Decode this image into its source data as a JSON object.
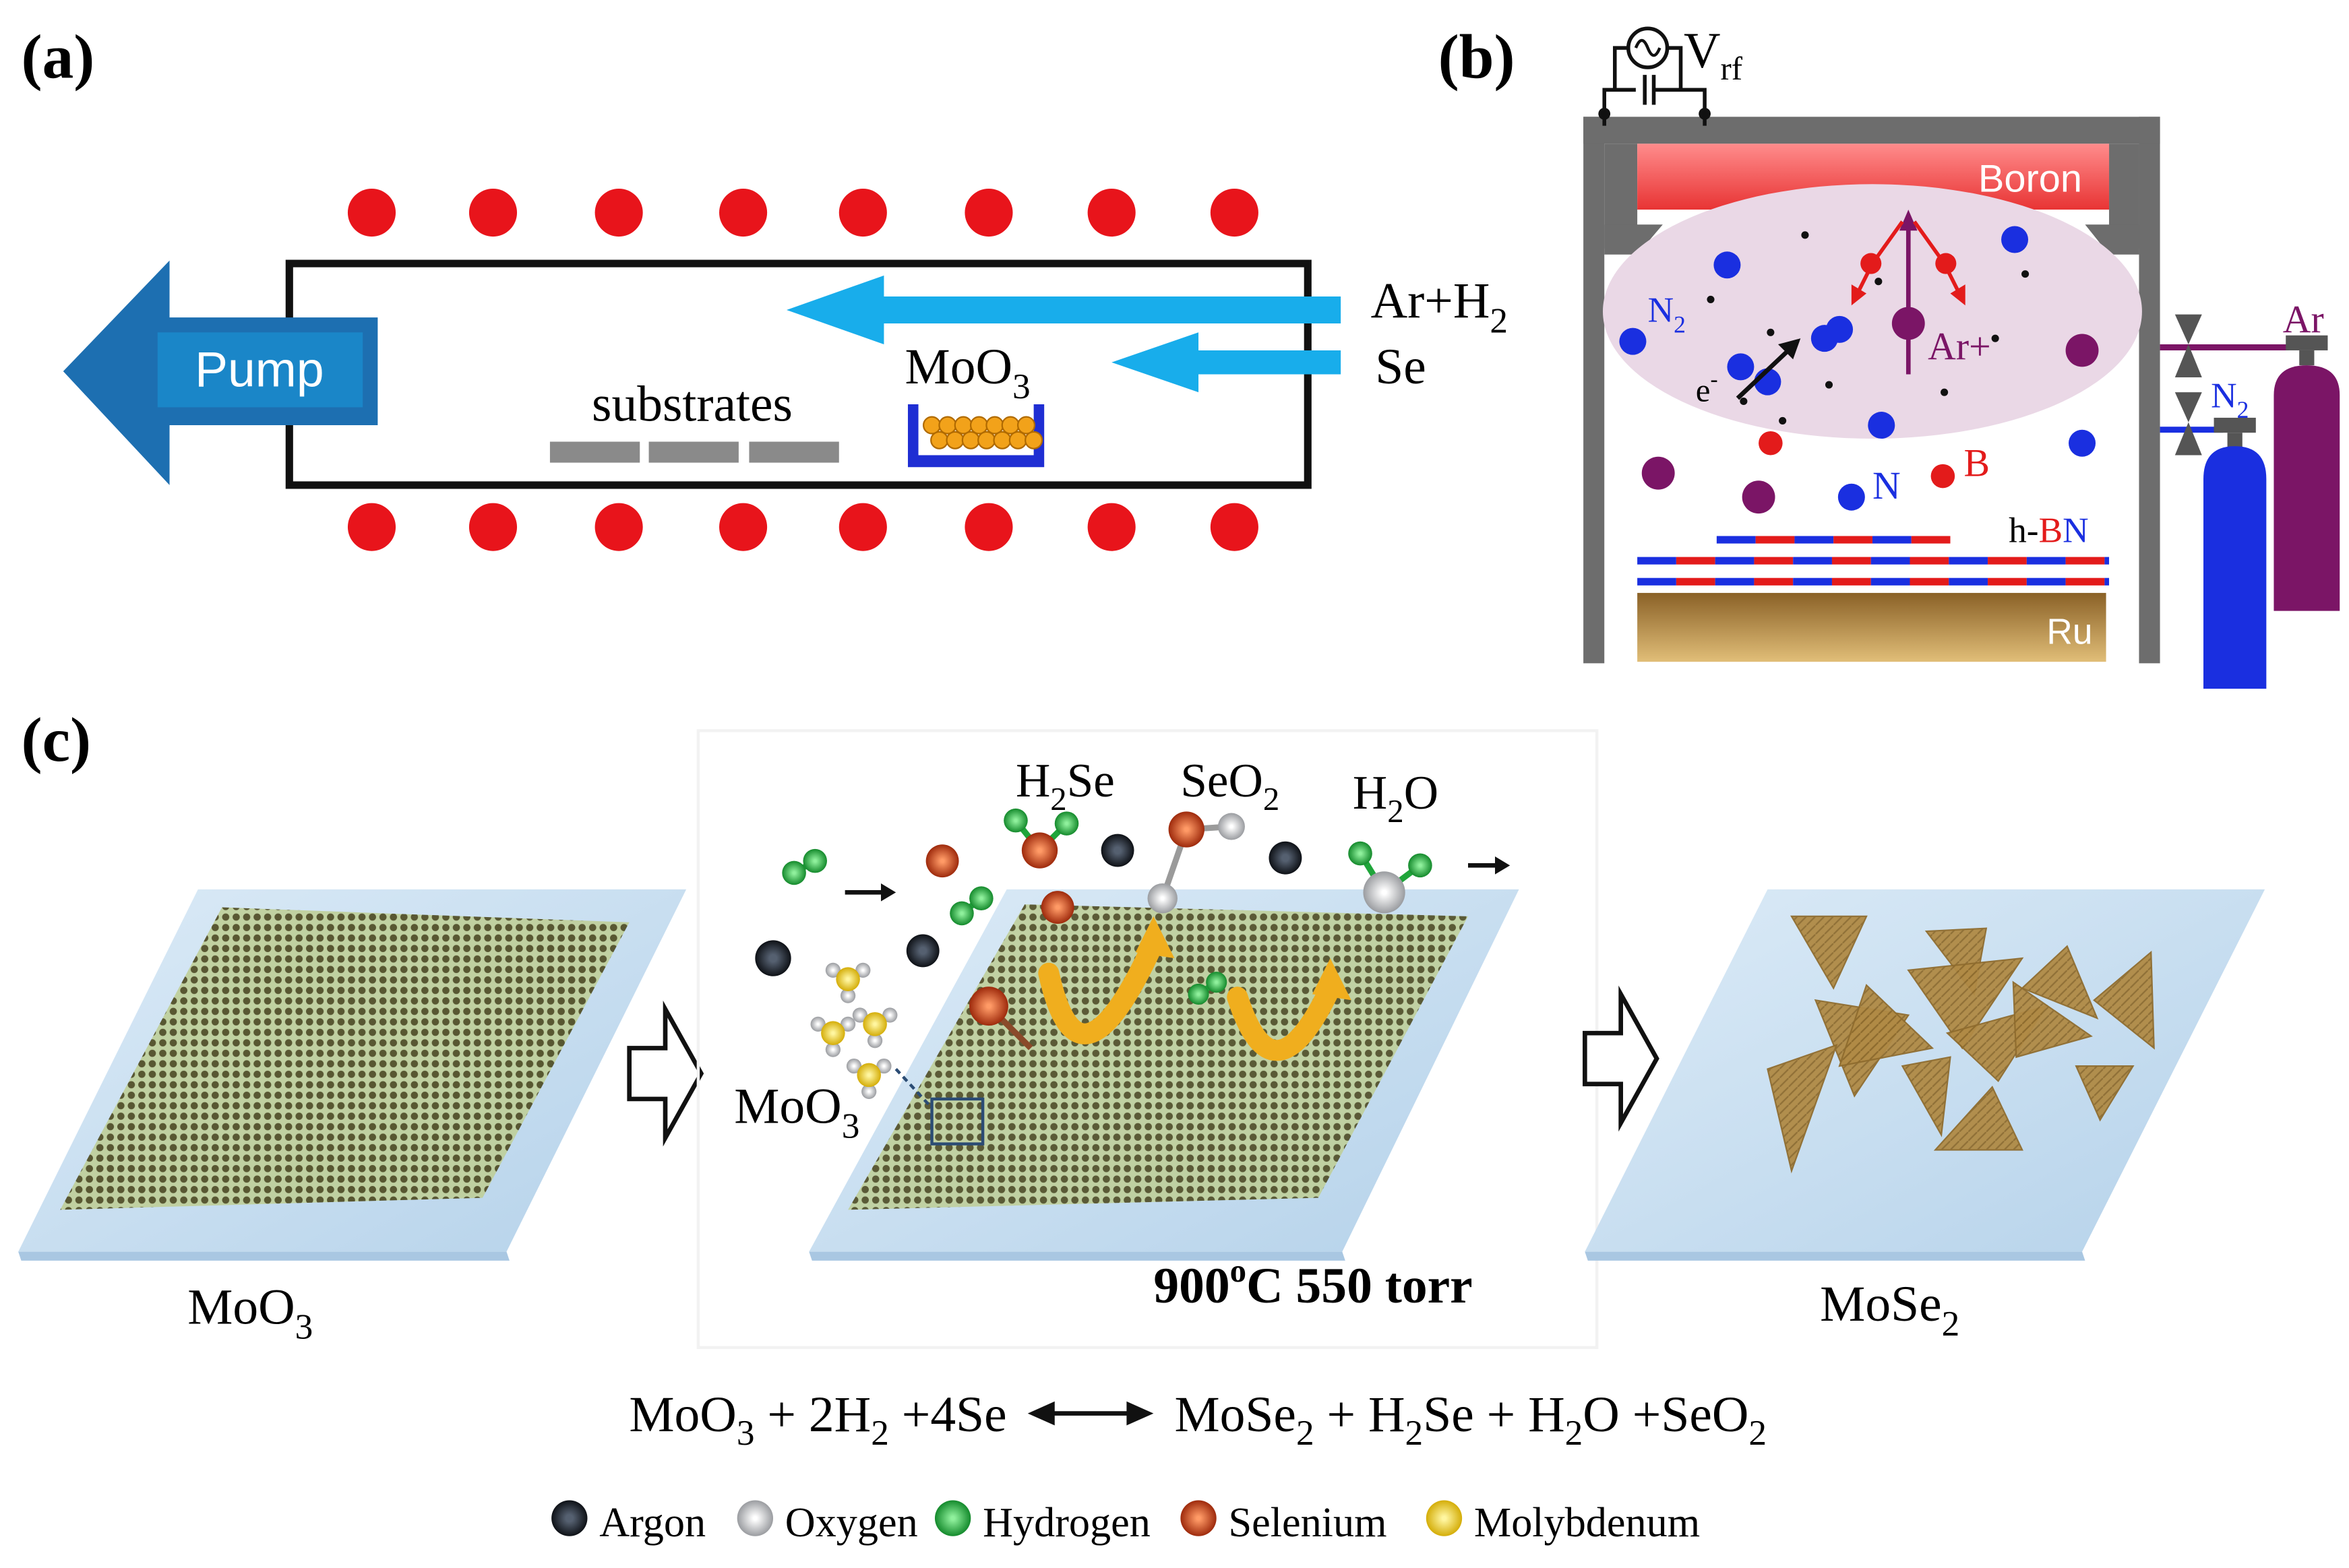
{
  "colors": {
    "heater": "#e8141b",
    "flow_arrow": "#18adeb",
    "pump_arrow": "#1d6fb1",
    "pump_label_bg": "#1a86c8",
    "substrate": "#8a8a8a",
    "boat": "#1f2ed3",
    "boat_beads": "#f2a21a",
    "boron_target": "#f04545",
    "plasma": "#ead8e6",
    "nitrogen": "#1a2fe0",
    "boron": "#e31b1b",
    "argon_ion": "#7b1566",
    "ru": "#c49a4a",
    "chamber": "#6d6d6d",
    "slab": "#c7def1",
    "film": "#5c5a2a",
    "triangle": "#b08a45",
    "reaction_arrow": "#f0ae1e"
  },
  "panel_a": {
    "tag": "(a)",
    "pump_label": "Pump",
    "gas_ar_h2": {
      "main": "Ar+H",
      "sub": "2"
    },
    "gas_se": "Se",
    "precursor": {
      "main": "MoO",
      "sub": "3"
    },
    "substrates_label": "substrates",
    "heater_count": 16
  },
  "panel_b": {
    "tag": "(b)",
    "source": {
      "main": "V",
      "sub": "rf"
    },
    "target_label": "Boron",
    "n2_plasma": {
      "main": "N",
      "sub": "2"
    },
    "electron": {
      "main": "e",
      "sup": "-"
    },
    "ion_label": "Ar+",
    "nitrogen_label": "N",
    "boron_label": "B",
    "film_label": {
      "prefix": "h-",
      "b": "B",
      "n": "N"
    },
    "substrate_label": "Ru",
    "cylinder_ar": "Ar",
    "cylinder_n2": {
      "main": "N",
      "sub": "2"
    }
  },
  "panel_c": {
    "tag": "(c)",
    "stage1_label": {
      "main": "MoO",
      "sub": "3"
    },
    "stage2_condition": "900",
    "stage2_condition_sup": "o",
    "stage2_condition_rest": "C 550 torr",
    "stage2_precursor": {
      "main": "MoO",
      "sub": "3"
    },
    "byproduct_h2se": {
      "pre": "H",
      "sub": "2",
      "post": "Se"
    },
    "byproduct_seo2": {
      "pre": "SeO",
      "sub": "2"
    },
    "byproduct_h2o": {
      "pre": "H",
      "sub": "2",
      "post": "O"
    },
    "stage3_label": {
      "main": "MoSe",
      "sub": "2"
    },
    "equation": {
      "lhs": [
        {
          "t": "MoO"
        },
        {
          "t": "3",
          "sub": true
        },
        {
          "t": " + 2H"
        },
        {
          "t": "2",
          "sub": true
        },
        {
          "t": " +4Se"
        }
      ],
      "rhs": [
        {
          "t": "MoSe"
        },
        {
          "t": "2",
          "sub": true
        },
        {
          "t": " + H"
        },
        {
          "t": "2",
          "sub": true
        },
        {
          "t": "Se + H"
        },
        {
          "t": "2",
          "sub": true
        },
        {
          "t": "O +SeO"
        },
        {
          "t": "2",
          "sub": true
        }
      ]
    },
    "legend": [
      {
        "label": "Argon",
        "color": "#15191f"
      },
      {
        "label": "Oxygen",
        "color": "#c9cacc"
      },
      {
        "label": "Hydrogen",
        "color": "#1fa53a"
      },
      {
        "label": "Selenium",
        "color": "#c8401a"
      },
      {
        "label": "Molybdenum",
        "color": "#f2d21c"
      }
    ]
  }
}
